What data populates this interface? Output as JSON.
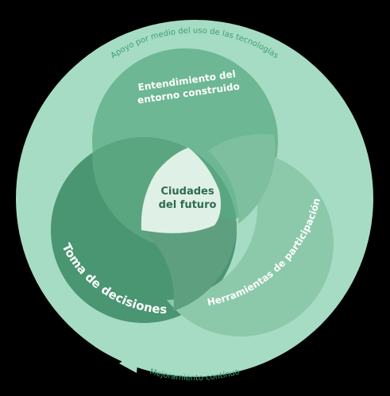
{
  "diagram": {
    "outer_top_label": "Apoyo por medio del uso de las tecnologías",
    "outer_bottom_label": "Mejoramiento contínuo",
    "top_circle_label": "Entendimiento del entorno construido",
    "top_circle_label_line1": "Entendimiento del",
    "top_circle_label_line2": "entorno construido",
    "left_circle_label": "Toma de decisiones",
    "right_circle_label": "Herramientas de participación",
    "center_label_line1": "Ciudades",
    "center_label_line2": "del futuro"
  },
  "colors": {
    "background": "#000000",
    "outer_ring": "#a6dcc3",
    "outer_ring_arrow": "#a6dcc3",
    "outer_text": "#3f9e72",
    "top_circle": "#6db794",
    "left_circle": "#4a9572",
    "right_circle": "#8cc9aa",
    "overlap_top_left": "#5aa680",
    "overlap_top_right": "#7ebfa0",
    "overlap_left_right": "#5e9f7f",
    "center": "#dff0e6",
    "center_text": "#2f6b4f",
    "label_text": "#ffffff"
  }
}
